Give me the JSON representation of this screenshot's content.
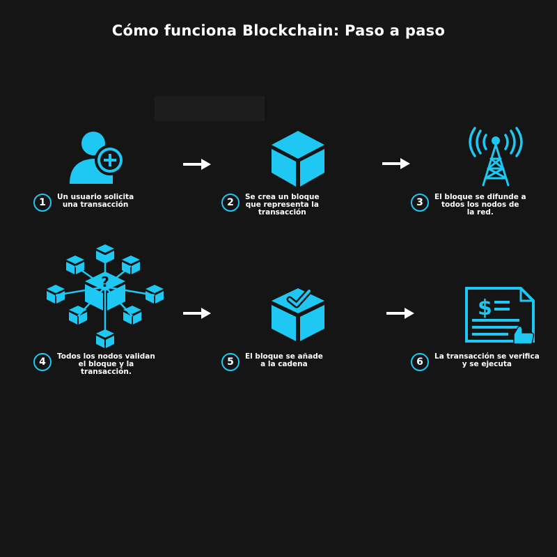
{
  "title": "Cómo funciona Blockchain: Paso a paso",
  "colors": {
    "accent": "#1ec8f2",
    "background": "#151515",
    "text": "#ffffff"
  },
  "steps": [
    {
      "number": "1",
      "text": "Un usuario solicita\nuna transacción",
      "icon": "user-add-icon"
    },
    {
      "number": "2",
      "text": "Se crea un bloque\nque representa la\ntransacción",
      "icon": "block-cube-icon"
    },
    {
      "number": "3",
      "text": "El bloque se difunde a\ntodos los nodos de\nla red.",
      "icon": "broadcast-tower-icon"
    },
    {
      "number": "4",
      "text": "Todos los nodos validan\nel bloque y la\ntransacción.",
      "icon": "node-network-icon"
    },
    {
      "number": "5",
      "text": "El bloque se añade\na la cadena",
      "icon": "block-check-icon"
    },
    {
      "number": "6",
      "text": "La transacción se verifica\ny se ejecuta",
      "icon": "invoice-approved-icon"
    }
  ]
}
